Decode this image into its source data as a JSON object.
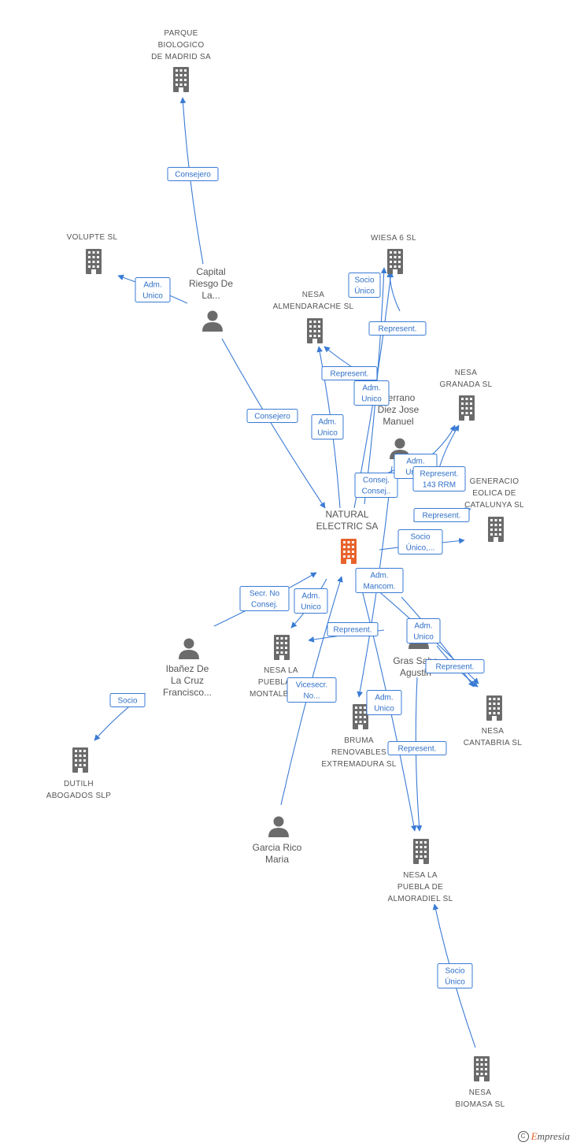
{
  "colors": {
    "edge": "#3a7bd5",
    "node": "#6b6b6b",
    "central_node": "#e8622c",
    "label": "#555555"
  },
  "nodes": {
    "parque": {
      "kind": "company",
      "label": [
        "PARQUE",
        "BIOLOGICO",
        "DE MADRID SA"
      ]
    },
    "volupte": {
      "kind": "company",
      "label": [
        "VOLUPTE SL"
      ]
    },
    "capital": {
      "kind": "person",
      "label": [
        "Capital",
        "Riesgo De",
        "La..."
      ]
    },
    "wiesa": {
      "kind": "company",
      "label": [
        "WIESA 6 SL"
      ]
    },
    "almendarache": {
      "kind": "company",
      "label": [
        "NESA",
        "ALMENDARACHE SL"
      ]
    },
    "serrano": {
      "kind": "person",
      "label": [
        "Serrano",
        "Diez Jose",
        "Manuel"
      ]
    },
    "granada": {
      "kind": "company",
      "label": [
        "NESA",
        "GRANADA SL"
      ]
    },
    "generacio": {
      "kind": "company",
      "label": [
        "GENERACIO",
        "EOLICA DE",
        "CATALUNYA SL"
      ]
    },
    "natural": {
      "kind": "central",
      "label": [
        "NATURAL",
        "ELECTRIC SA"
      ]
    },
    "ibanez": {
      "kind": "person",
      "label": [
        "Ibañez De",
        "La Cruz",
        "Francisco..."
      ]
    },
    "montalban": {
      "kind": "company",
      "label": [
        "NESA LA",
        "PUEBLA DE",
        "MONTALBAN SL"
      ]
    },
    "gras": {
      "kind": "person",
      "label": [
        "Gras Sabe",
        "Agustin"
      ]
    },
    "cantabria": {
      "kind": "company",
      "label": [
        "NESA",
        "CANTABRIA SL"
      ]
    },
    "bruma": {
      "kind": "company",
      "label": [
        "BRUMA",
        "RENOVABLES",
        "EXTREMADURA SL"
      ]
    },
    "dutilh": {
      "kind": "company",
      "label": [
        "DUTILH",
        "ABOGADOS SLP"
      ]
    },
    "garcia": {
      "kind": "person",
      "label": [
        "Garcia Rico",
        "Maria"
      ]
    },
    "almoradiel": {
      "kind": "company",
      "label": [
        "NESA LA",
        "PUEBLA DE",
        "ALMORADIEL SL"
      ]
    },
    "biomasa": {
      "kind": "company",
      "label": [
        "NESA",
        "BIOMASA SL"
      ]
    }
  },
  "edges": [
    {
      "from": "capital",
      "to": "parque",
      "label": [
        "Consejero"
      ]
    },
    {
      "from": "capital",
      "to": "volupte",
      "label": [
        "Adm.",
        "Unico"
      ]
    },
    {
      "from": "capital",
      "to": "natural",
      "label": [
        "Consejero"
      ]
    },
    {
      "from": "natural",
      "to": "wiesa",
      "label": [
        "Socio",
        "Único"
      ]
    },
    {
      "from": "serrano",
      "to": "wiesa",
      "label": [
        "Represent."
      ]
    },
    {
      "from": "natural",
      "to": "almendarache",
      "label": [
        "Adm.",
        "Unico"
      ]
    },
    {
      "from": "serrano",
      "to": "almendarache",
      "label": [
        "Represent."
      ]
    },
    {
      "from": "natural",
      "to": "wiesa",
      "label": [
        "Adm.",
        "Unico"
      ]
    },
    {
      "from": "serrano",
      "to": "natural",
      "label": [
        "Consej.",
        "Consej.."
      ]
    },
    {
      "from": "serrano",
      "to": "granada",
      "label": [
        "Adm.",
        "Unico"
      ]
    },
    {
      "from": "gras",
      "to": "granada",
      "label": [
        "Represent.",
        "143 RRM"
      ]
    },
    {
      "from": "serrano",
      "to": "generacio",
      "label": [
        "Represent."
      ]
    },
    {
      "from": "natural",
      "to": "generacio",
      "label": [
        "Socio",
        "Único,..."
      ]
    },
    {
      "from": "ibanez",
      "to": "natural",
      "label": [
        "Secr.  No",
        "Consej."
      ]
    },
    {
      "from": "ibanez",
      "to": "dutilh",
      "label": [
        "Socio"
      ]
    },
    {
      "from": "natural",
      "to": "montalban",
      "label": [
        "Adm.",
        "Unico"
      ]
    },
    {
      "from": "gras",
      "to": "montalban",
      "label": [
        "Represent."
      ]
    },
    {
      "from": "natural",
      "to": "cantabria",
      "label": [
        "Adm.",
        "Mancom."
      ]
    },
    {
      "from": "gras",
      "to": "cantabria",
      "label": [
        "Represent."
      ]
    },
    {
      "from": "natural",
      "to": "cantabria",
      "label": [
        "Adm.",
        "Unico"
      ]
    },
    {
      "from": "garcia",
      "to": "natural",
      "label": [
        "Vicesecr.",
        "No..."
      ]
    },
    {
      "from": "serrano",
      "to": "bruma",
      "label": [
        "Adm.",
        "Unico"
      ]
    },
    {
      "from": "gras",
      "to": "almoradiel",
      "label": [
        "Represent."
      ]
    },
    {
      "from": "natural",
      "to": "almoradiel",
      "label": []
    },
    {
      "from": "biomasa",
      "to": "almoradiel",
      "label": [
        "Socio",
        "Único"
      ]
    }
  ],
  "brand": {
    "icon": "C",
    "text": "Empresia"
  }
}
